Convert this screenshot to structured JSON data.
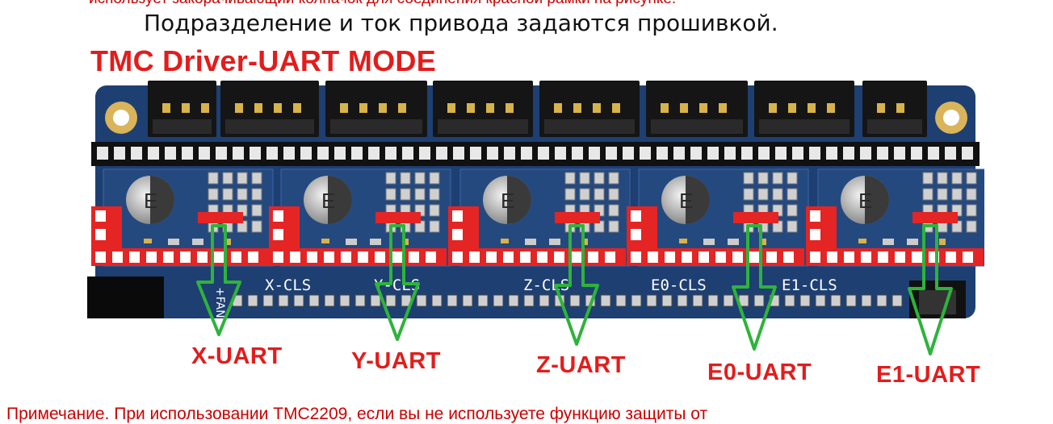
{
  "text": {
    "clipped_top": "использует закорачивающий колпачок для соединения красной рамки на рисунке.",
    "subtitle": "Подразделение и ток привода задаются прошивкой.",
    "figure_title": "TMC Driver-UART MODE",
    "note": "Примечание. При использовании TMC2209, если вы не используете функцию защиты от"
  },
  "board": {
    "cap_letter": "E",
    "fan_label": "+FAN",
    "silkscreen": [
      "X-CLS",
      "Y-CLS",
      "Z-CLS",
      "E0-CLS",
      "E1-CLS"
    ]
  },
  "uart_labels": [
    "X-UART",
    "Y-UART",
    "Z-UART",
    "E0-UART",
    "E1-UART"
  ],
  "colors": {
    "board_blue": "#1e3f72",
    "header_red": "#e52424",
    "arrow_green": "#2eb33c",
    "label_red": "#e31c1c",
    "connector_black": "#151515",
    "pin_gold": "#d8b24a"
  }
}
